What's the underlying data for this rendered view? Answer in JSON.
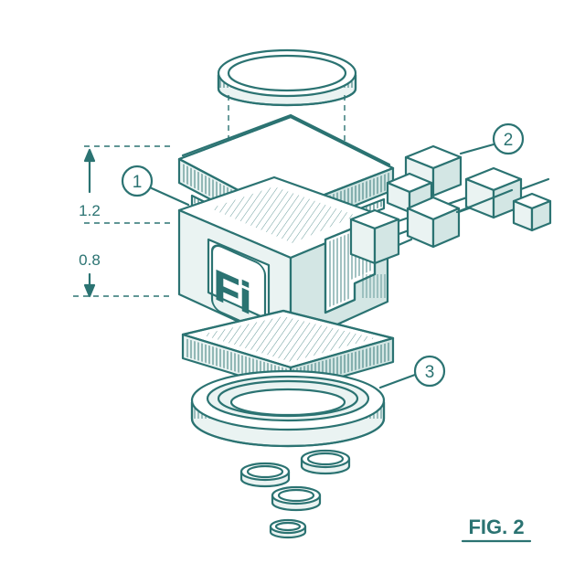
{
  "diagram": {
    "figure_label": "FIG. 2",
    "logo_text": "Fi",
    "callouts": [
      "1",
      "2",
      "3"
    ],
    "dimensions": [
      "1.2",
      "0.8"
    ],
    "colors": {
      "ink": "#2b7372",
      "face": "#eaf3f2",
      "shade": "#d3e6e4",
      "paper": "#ffffff"
    }
  }
}
